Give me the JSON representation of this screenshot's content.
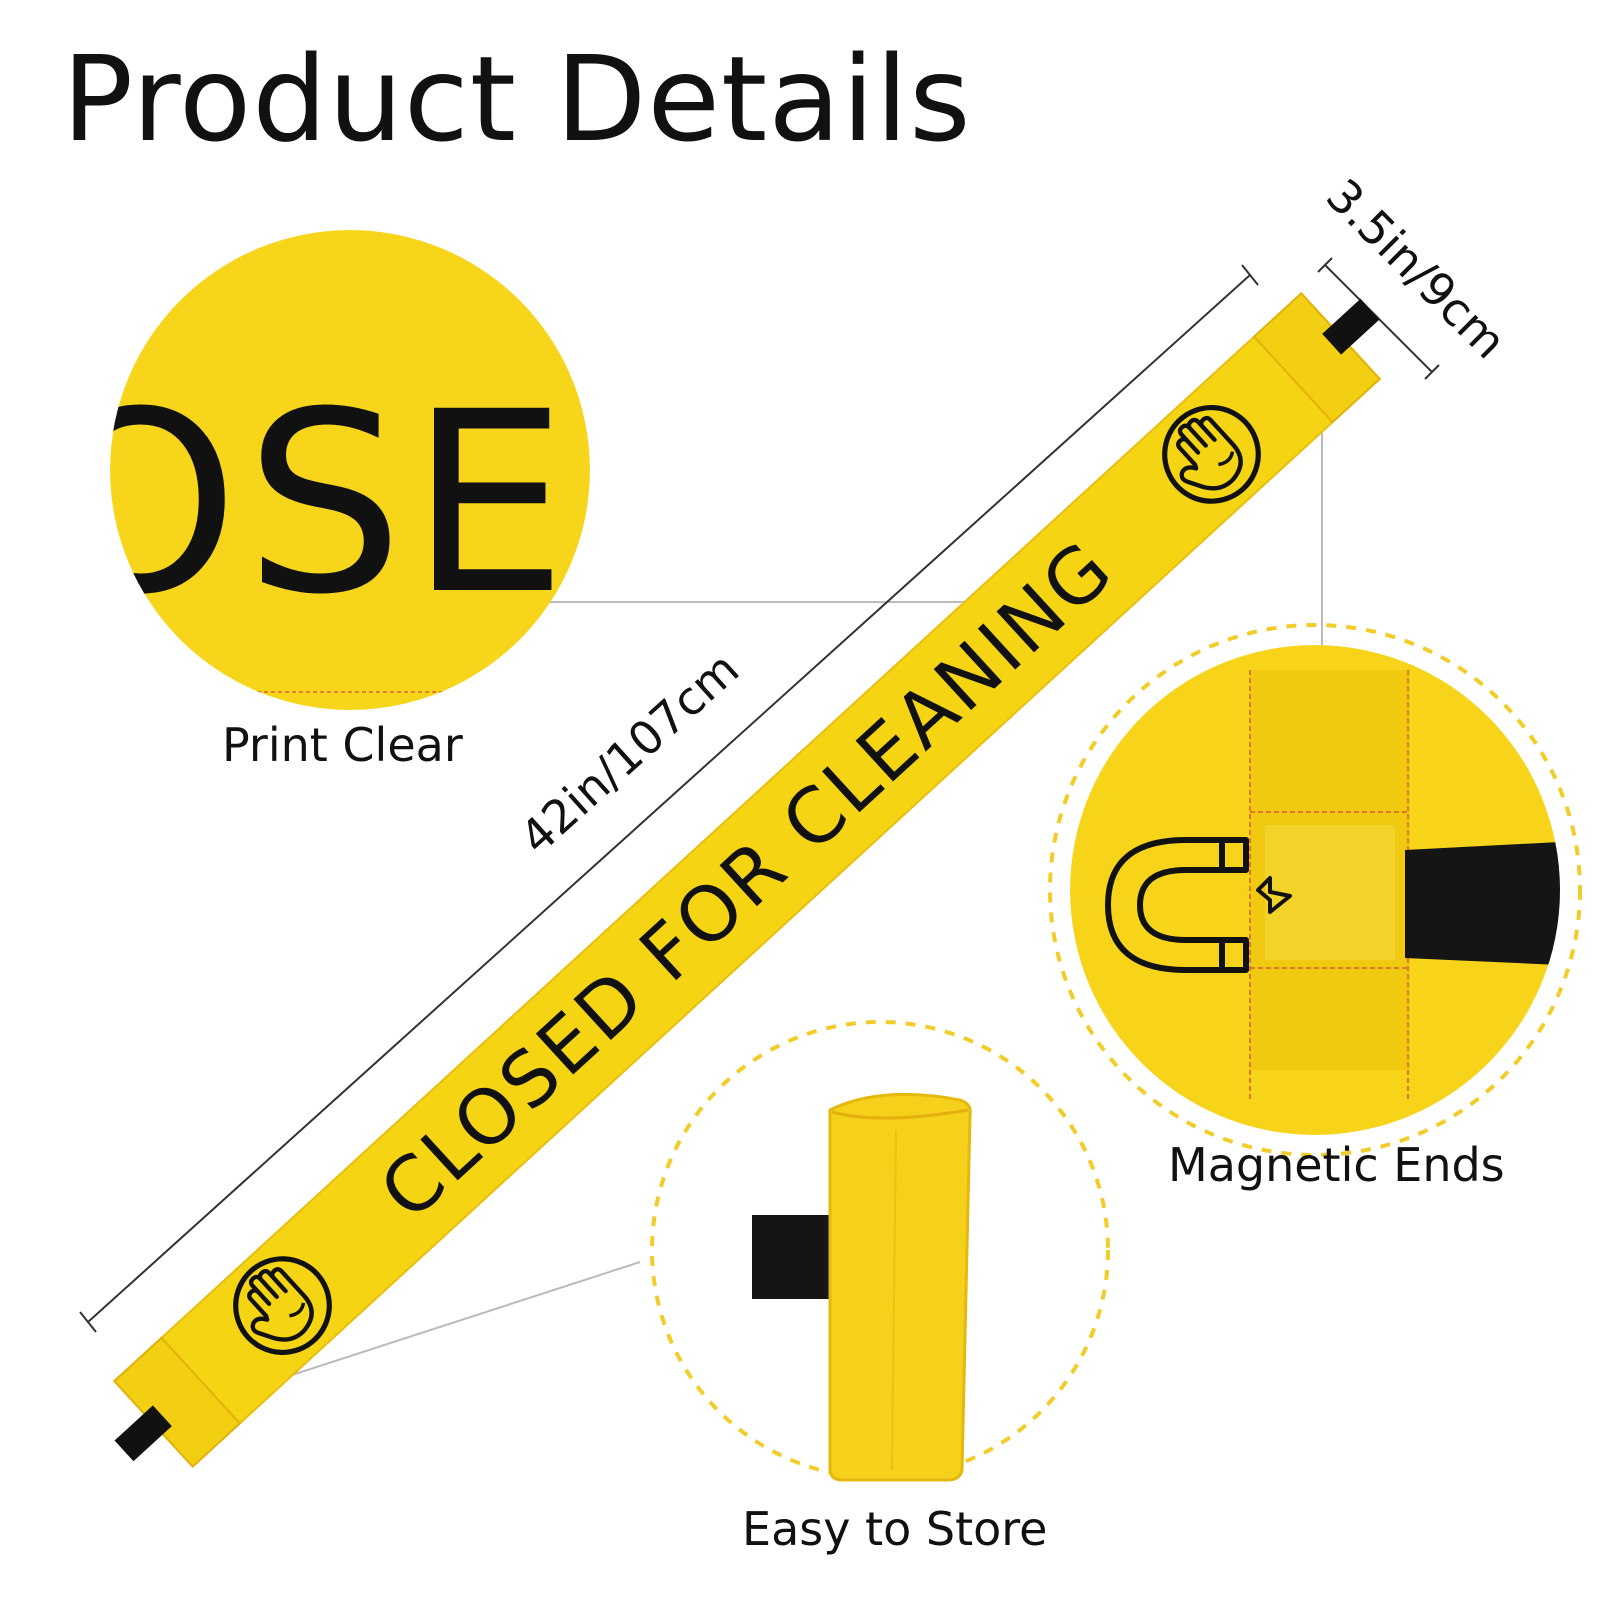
{
  "title": "Product Details",
  "banner": {
    "text": "CLOSED FOR CLEANING",
    "color": "#F5D414",
    "edge_color": "#E6B800",
    "strap_color": "#111111",
    "icons": [
      "hand-stop-icon",
      "hand-stop-icon"
    ]
  },
  "dimensions": {
    "length": "42in/107cm",
    "width": "3.5in/9cm"
  },
  "features": [
    {
      "label": "Print Clear",
      "zoom_text": "OSEI"
    },
    {
      "label": "Magnetic Ends",
      "icon": "magnet-icon"
    },
    {
      "label": "Easy to Store",
      "icon": "rolled-banner"
    }
  ],
  "colors": {
    "yellow": "#F5D414",
    "dashed_border": "#F2CD2A",
    "guide_line": "#BBBBBB",
    "text": "#111111"
  }
}
